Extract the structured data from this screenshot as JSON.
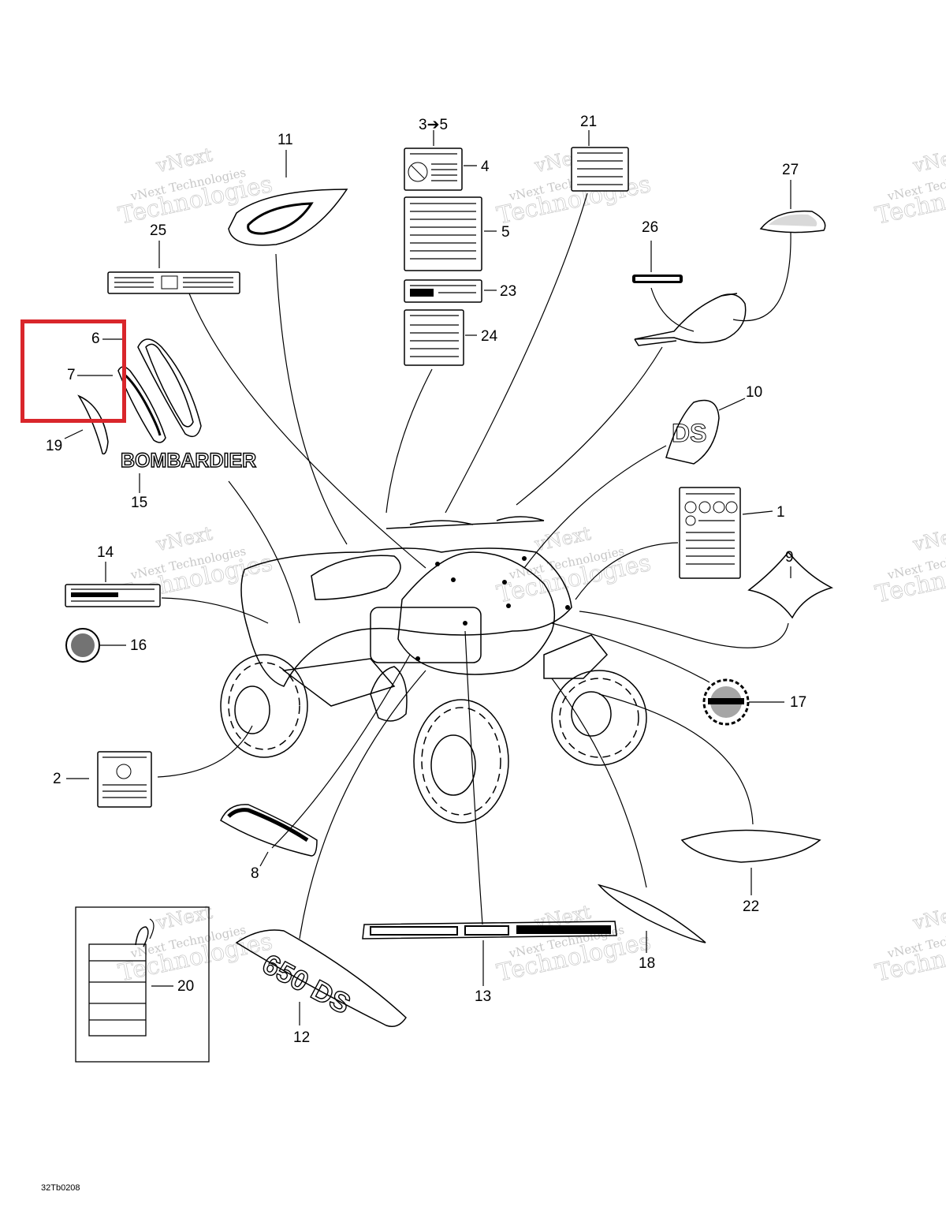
{
  "diagram": {
    "brand_label": "BOMBARDIER",
    "figure_code": "32Tb0208",
    "watermark_line1": "vNext Technologies",
    "watermark_line2": "Technologies",
    "watermark_logo": "vNext",
    "highlight_color": "#d9262b",
    "callouts": {
      "c1": "1",
      "c2": "2",
      "c3_5": "3➔5",
      "c4": "4",
      "c5": "5",
      "c6": "6",
      "c7": "7",
      "c8": "8",
      "c9": "9",
      "c10": "10",
      "c11": "11",
      "c12": "12",
      "c13": "13",
      "c14": "14",
      "c15": "15",
      "c16": "16",
      "c17": "17",
      "c18": "18",
      "c19": "19",
      "c20": "20",
      "c21": "21",
      "c22": "22",
      "c23": "23",
      "c24": "24",
      "c25": "25",
      "c26": "26",
      "c27": "27"
    }
  }
}
